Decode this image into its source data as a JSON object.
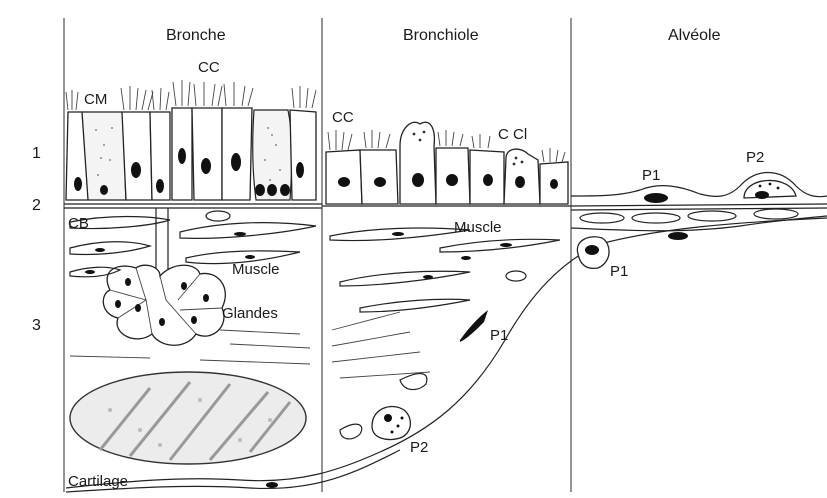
{
  "columns": {
    "bronche": "Bronche",
    "bronchiole": "Bronchiole",
    "alveole": "Alvéole"
  },
  "layers": {
    "l1": "1",
    "l2": "2",
    "l3": "3"
  },
  "bronche_labels": {
    "cm": "CM",
    "cc": "CC",
    "cb": "CB",
    "muscle": "Muscle",
    "glandes": "Glandes",
    "cartilage": "Cartilage"
  },
  "bronchiole_labels": {
    "cc": "CC",
    "ccl": "C Cl",
    "muscle": "Muscle",
    "p1": "P1",
    "p2": "P2"
  },
  "alveole_labels": {
    "p1_top": "P1",
    "p2_top": "P2",
    "p1_bottom": "P1"
  }
}
